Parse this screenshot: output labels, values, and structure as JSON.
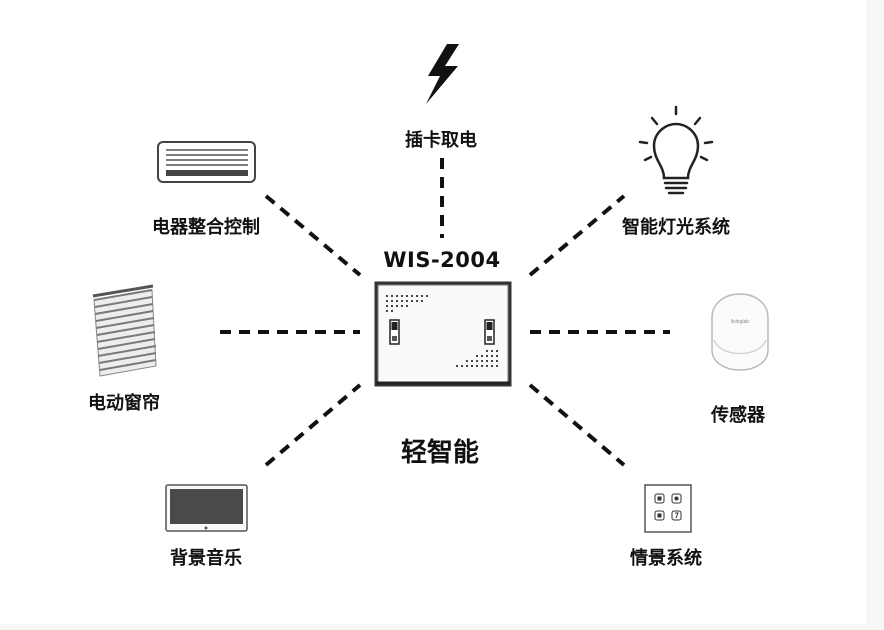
{
  "center": {
    "model": "WIS-2004",
    "caption": "轻智能"
  },
  "nodes": {
    "top": {
      "label": "插卡取电",
      "icon": "lightning-icon"
    },
    "top_left": {
      "label": "电器整合控制",
      "icon": "air-conditioner-icon"
    },
    "top_right": {
      "label": "智能灯光系统",
      "icon": "light-bulb-icon"
    },
    "left": {
      "label": "电动窗帘",
      "icon": "window-blind-icon"
    },
    "right": {
      "label": "传感器",
      "icon": "motion-sensor-icon"
    },
    "bottom_left": {
      "label": "背景音乐",
      "icon": "display-panel-icon"
    },
    "bottom_right": {
      "label": "情景系统",
      "icon": "scene-switch-icon"
    }
  },
  "sensor_brand": "livinglab",
  "colors": {
    "line": "#111111",
    "panel": "#f2f2f2",
    "frame": "#333333"
  }
}
